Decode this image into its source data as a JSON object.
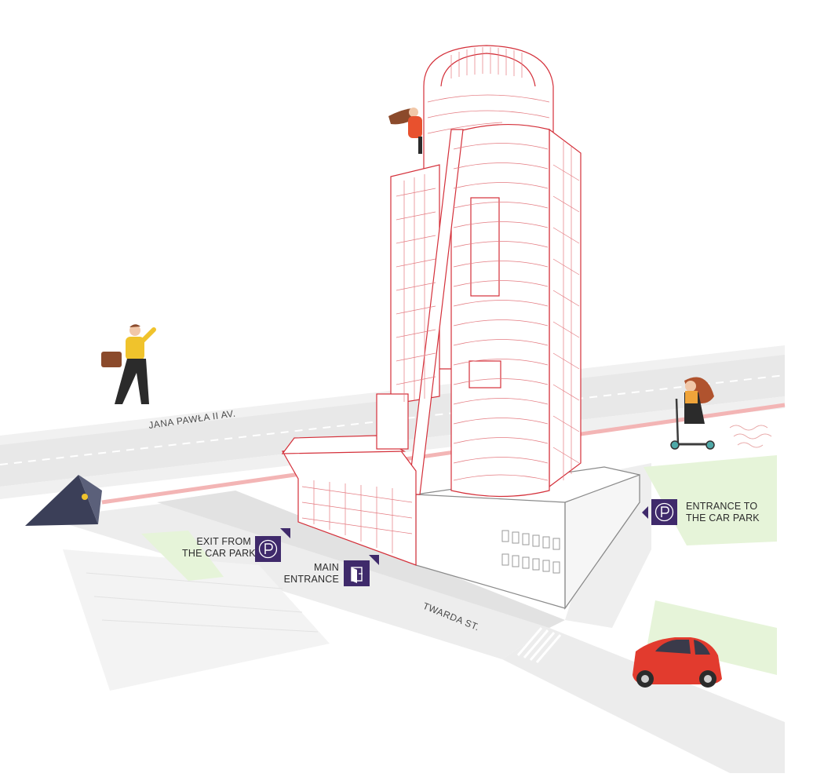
{
  "streets": {
    "jana_pawla": "JANA PAWŁA II AV.",
    "twarda": "TWARDA ST."
  },
  "labels": {
    "exit_car_park": [
      "EXIT FROM",
      "THE CAR PARK"
    ],
    "main_entrance": [
      "MAIN",
      "ENTRANCE"
    ],
    "entrance_car_park": [
      "ENTRANCE TO",
      "THE CAR PARK"
    ]
  },
  "icons": {
    "parking": "parking-icon",
    "entrance": "door-entrance-icon"
  },
  "colors": {
    "building_line": "#d4303a",
    "badge": "#3f2a6b",
    "road": "#e6e6e6",
    "road_dark": "#d9d9d9",
    "grass": "#e4f4d6",
    "bike_lane": "#f2b9b9",
    "car": "#e23b2e"
  }
}
